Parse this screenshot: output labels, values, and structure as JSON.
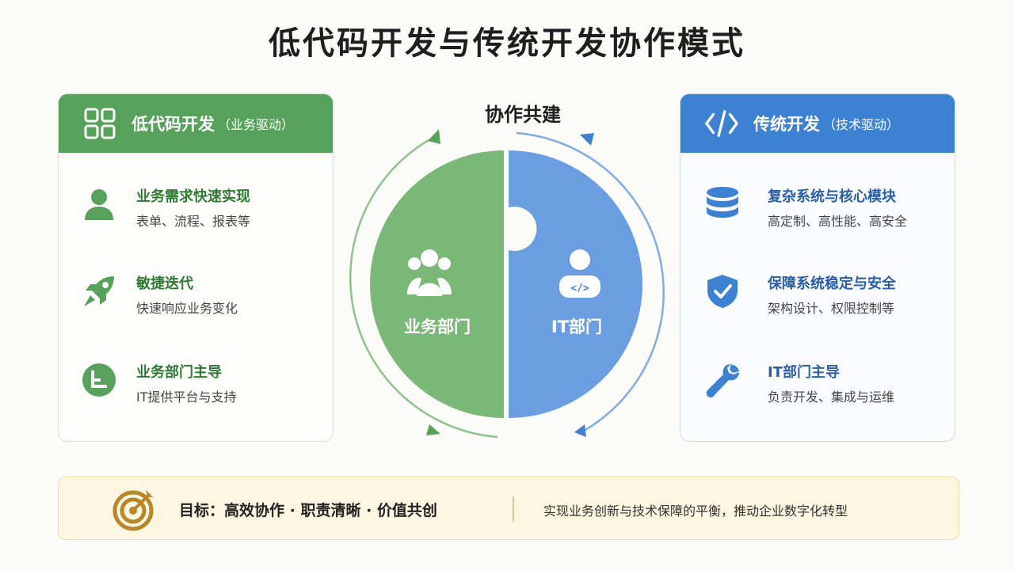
{
  "title": "低代码开发与传统开发协作模式",
  "left_panel": {
    "title": "低代码开发",
    "subtitle": "（业务驱动）",
    "header_icon": "grid-icon",
    "items": [
      {
        "title": "业务需求快速实现",
        "desc": "表单、流程、报表等",
        "icon": "user-icon"
      },
      {
        "title": "敏捷迭代",
        "desc": "快速响应业务变化",
        "icon": "rocket-icon"
      },
      {
        "title": "业务部门主导",
        "desc": "IT提供平台与支持",
        "icon": "pie-chart-icon"
      }
    ]
  },
  "right_panel": {
    "title": "传统开发",
    "subtitle": "（技术驱动）",
    "header_icon": "code-icon",
    "items": [
      {
        "title": "复杂系统与核心模块",
        "desc": "高定制、高性能、高安全",
        "icon": "database-icon"
      },
      {
        "title": "保障系统稳定与安全",
        "desc": "架构设计、权限控制等",
        "icon": "shield-check-icon"
      },
      {
        "title": "IT部门主导",
        "desc": "负责开发、集成与运维",
        "icon": "wrench-icon"
      }
    ]
  },
  "center": {
    "title": "协作共建",
    "left_label": "业务部门",
    "right_label": "IT部门",
    "left_icon": "team-icon",
    "right_icon": "developer-icon"
  },
  "footer": {
    "goal": "目标：高效协作 · 职责清晰 · 价值共创",
    "slogan": "实现业务创新与技术保障的平衡，推动企业数字化转型",
    "icon": "target-icon"
  },
  "colors": {
    "green": "#57a25a",
    "green_light": "#7ab878",
    "blue": "#3d82d2",
    "blue_light": "#6a9ee0",
    "footer_bg": "#fdf6e1",
    "gold": "#b8862b"
  }
}
